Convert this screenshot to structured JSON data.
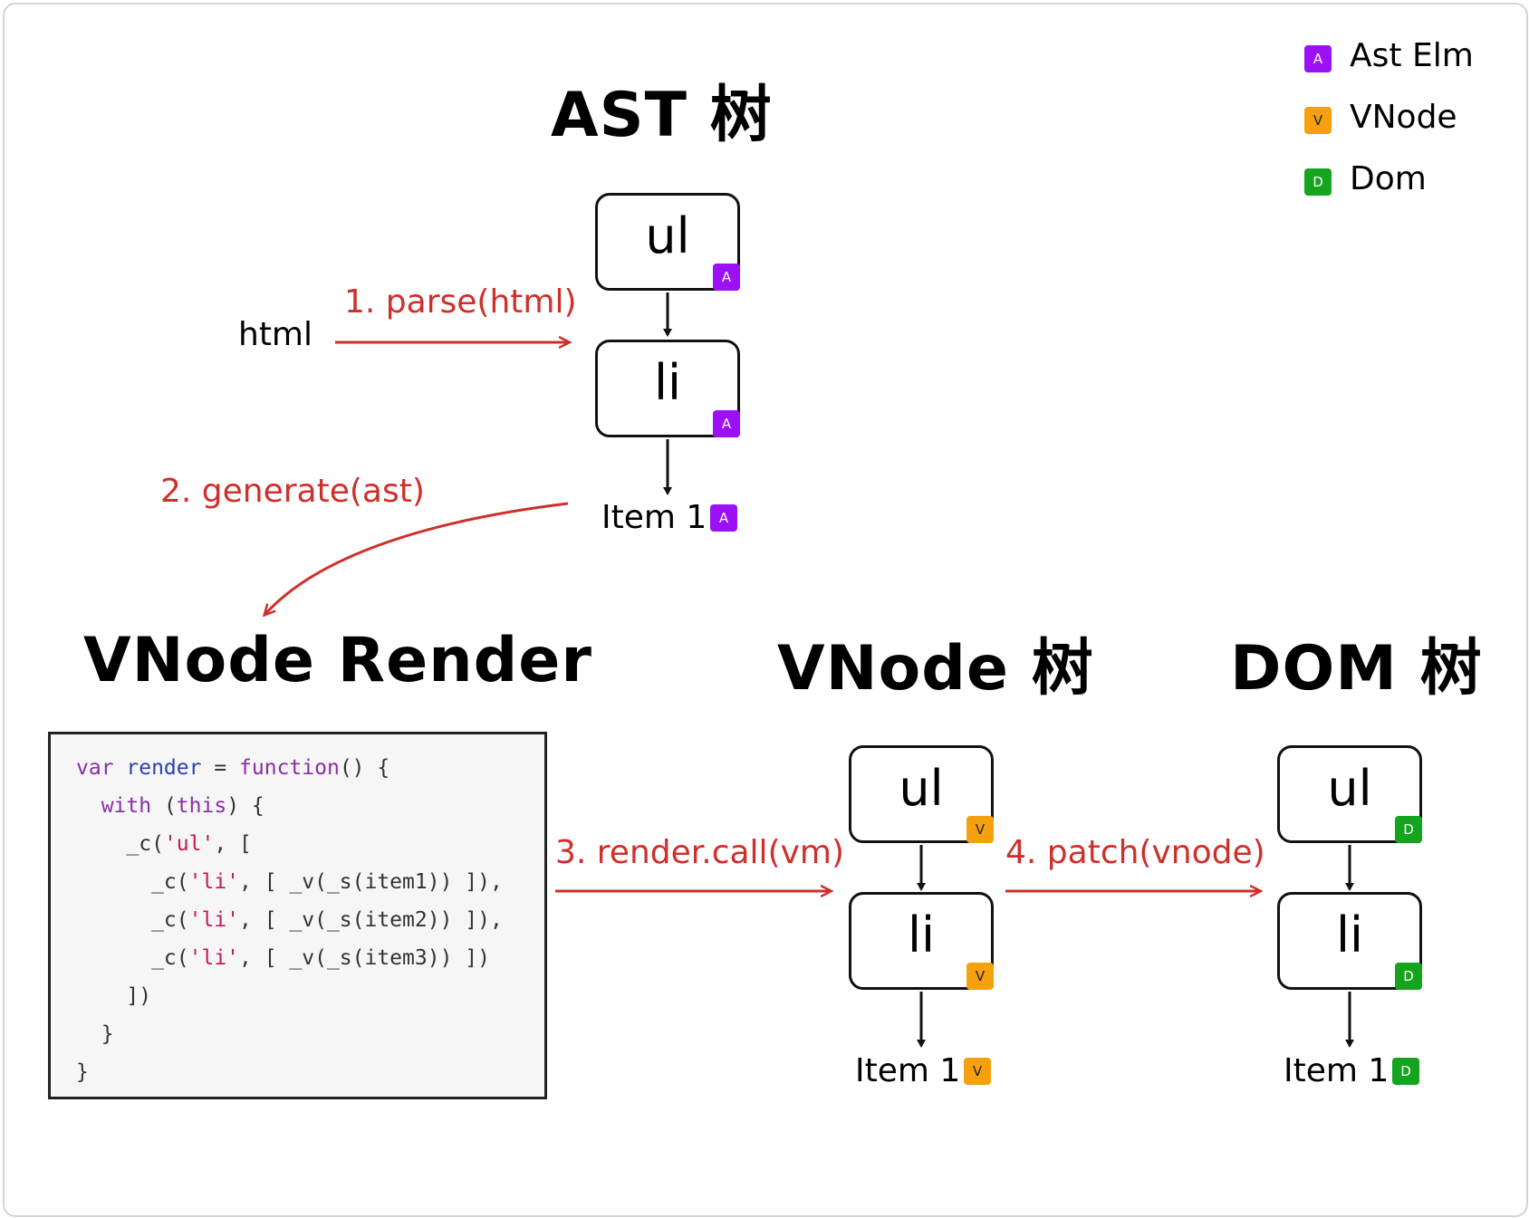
{
  "titles": {
    "ast": "AST 树",
    "vnode_render": "VNode Render",
    "vnode": "VNode 树",
    "dom": "DOM 树"
  },
  "legend": [
    {
      "badge": "A",
      "label": "Ast Elm",
      "color": "#9b10f5"
    },
    {
      "badge": "V",
      "label": "VNode",
      "color": "#f5a10f"
    },
    {
      "badge": "D",
      "label": "Dom",
      "color": "#14a41e"
    }
  ],
  "input_label": "html",
  "steps": {
    "parse": "1. parse(html)",
    "generate": "2. generate(ast)",
    "render": "3. render.call(vm)",
    "patch": "4. patch(vnode)"
  },
  "trees": {
    "ast": {
      "root": "ul",
      "child": "li",
      "leaf": "Item 1",
      "badge": "A"
    },
    "vnode": {
      "root": "ul",
      "child": "li",
      "leaf": "Item 1",
      "badge": "V"
    },
    "dom": {
      "root": "ul",
      "child": "li",
      "leaf": "Item 1",
      "badge": "D"
    }
  },
  "code": {
    "lines": [
      [
        {
          "t": "var ",
          "c": "kw"
        },
        {
          "t": "render",
          "c": "fn"
        },
        {
          "t": " = ",
          "c": ""
        },
        {
          "t": "function",
          "c": "kw"
        },
        {
          "t": "() {",
          "c": ""
        }
      ],
      [
        {
          "t": "  ",
          "c": ""
        },
        {
          "t": "with",
          "c": "kw"
        },
        {
          "t": " (",
          "c": ""
        },
        {
          "t": "this",
          "c": "kw"
        },
        {
          "t": ") {",
          "c": ""
        }
      ],
      [
        {
          "t": "    _c(",
          "c": ""
        },
        {
          "t": "'ul'",
          "c": "st"
        },
        {
          "t": ", [",
          "c": ""
        }
      ],
      [
        {
          "t": "      _c(",
          "c": ""
        },
        {
          "t": "'li'",
          "c": "st"
        },
        {
          "t": ", [ _v(_s(item1)) ]),",
          "c": ""
        }
      ],
      [
        {
          "t": "      _c(",
          "c": ""
        },
        {
          "t": "'li'",
          "c": "st"
        },
        {
          "t": ", [ _v(_s(item2)) ]),",
          "c": ""
        }
      ],
      [
        {
          "t": "      _c(",
          "c": ""
        },
        {
          "t": "'li'",
          "c": "st"
        },
        {
          "t": ", [ _v(_s(item3)) ])",
          "c": ""
        }
      ],
      [
        {
          "t": "    ])",
          "c": ""
        }
      ],
      [
        {
          "t": "  }",
          "c": ""
        }
      ],
      [
        {
          "t": "}",
          "c": ""
        }
      ]
    ]
  },
  "colors": {
    "arrow_black": "#111111",
    "arrow_red": "#cf2f2b",
    "code_bg": "#f6f6f6"
  }
}
